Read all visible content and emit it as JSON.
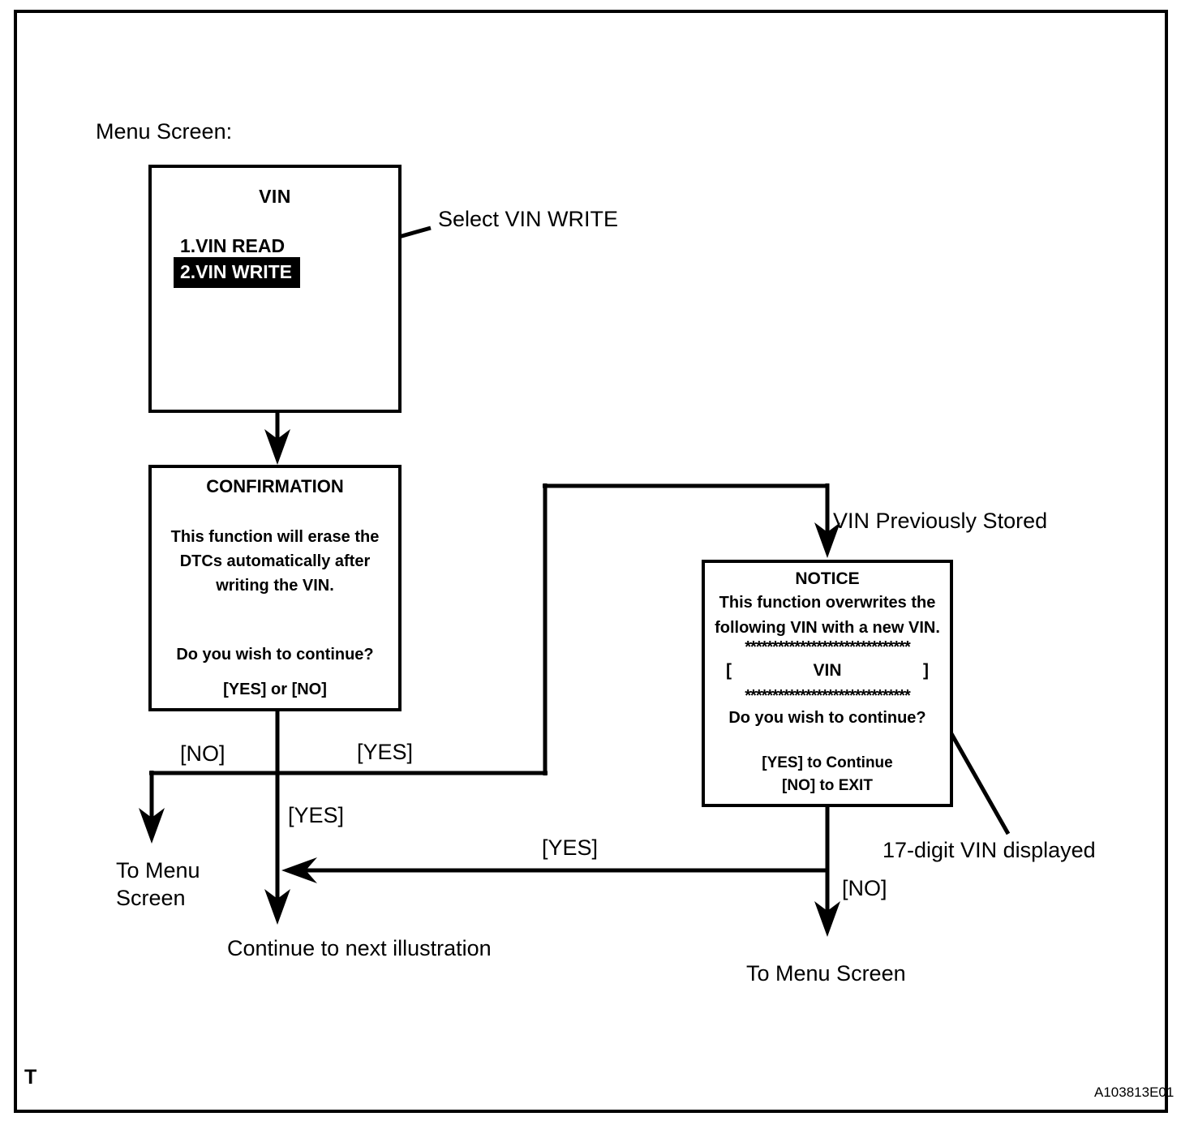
{
  "colors": {
    "ink": "#000000",
    "background": "#ffffff",
    "highlight_bg": "#000000",
    "highlight_text": "#ffffff"
  },
  "labels": {
    "menu_screen": "Menu Screen:",
    "select_vin_write": "Select VIN WRITE",
    "vin_previously_stored": "VIN Previously Stored",
    "branch_no": "[NO]",
    "branch_yes_top": "[YES]",
    "branch_yes_mid": "[YES]",
    "branch_yes_return": "[YES]",
    "branch_no_notice": "[NO]",
    "to_menu_left_line1": "To Menu",
    "to_menu_left_line2": "Screen",
    "continue_next": "Continue to next illustration",
    "to_menu_right": "To Menu Screen",
    "vin_digits": "17-digit VIN displayed",
    "footer_mark": "T",
    "figure_code": "A103813E01"
  },
  "vin_menu": {
    "title": "VIN",
    "items": [
      {
        "label": "1.VIN READ",
        "selected": false
      },
      {
        "label": "2.VIN WRITE",
        "selected": true
      }
    ]
  },
  "confirmation": {
    "title": "CONFIRMATION",
    "body": [
      "This function will erase the",
      "DTCs automatically after",
      "writing the VIN."
    ],
    "question": "Do you wish to continue?",
    "options": "[YES] or [NO]"
  },
  "notice": {
    "title": "NOTICE",
    "body": [
      "This function overwrites the",
      "following VIN with a new VIN."
    ],
    "stars": "******************************",
    "vin_open": "[",
    "vin_label": "VIN",
    "vin_close": "]",
    "question": "Do you wish to continue?",
    "action_yes": "[YES] to Continue",
    "action_no": "[NO] to EXIT"
  }
}
